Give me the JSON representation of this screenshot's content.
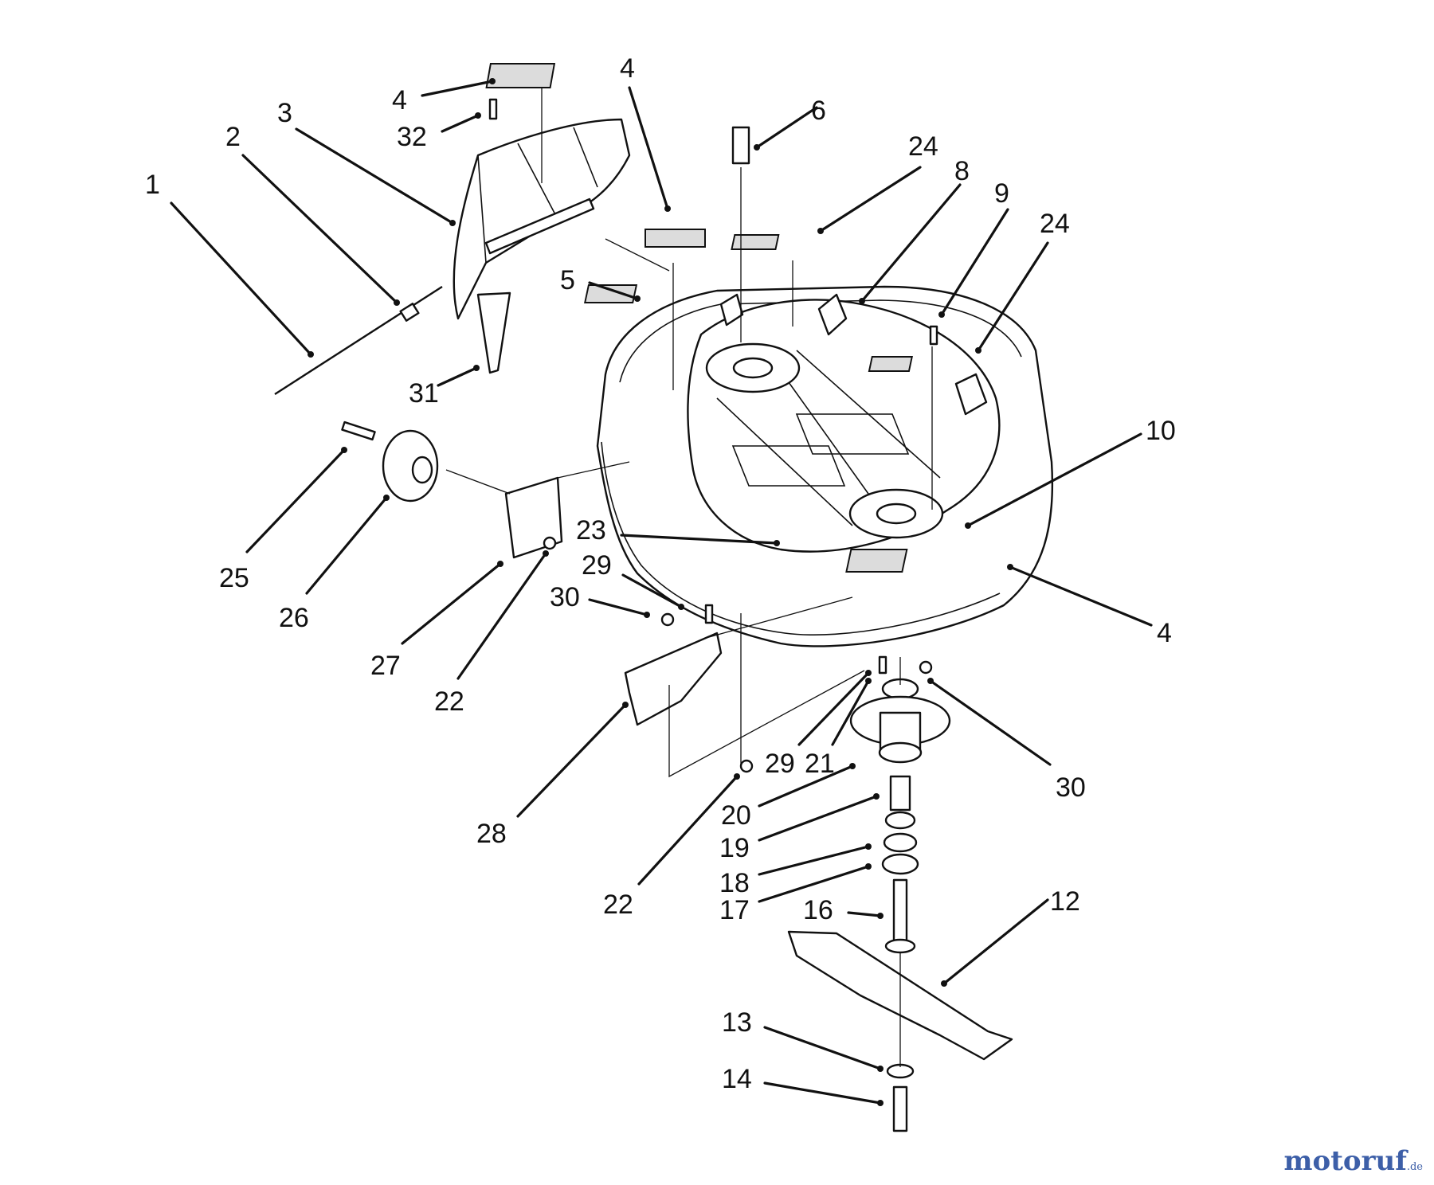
{
  "watermark": {
    "brand": "motoruf",
    "accent_char": "",
    "suffix": ".de"
  },
  "callouts": [
    "1",
    "2",
    "3",
    "4",
    "32",
    "4",
    "5",
    "6",
    "24",
    "8",
    "9",
    "24",
    "10",
    "4",
    "31",
    "25",
    "26",
    "27",
    "22",
    "23",
    "29",
    "30",
    "28",
    "22",
    "29",
    "21",
    "30",
    "20",
    "19",
    "18",
    "17",
    "16",
    "12",
    "13",
    "14"
  ],
  "colors": {
    "ink": "#111111",
    "brand_blue": "#3d5fa8",
    "brand_orange": "#e0a020"
  }
}
